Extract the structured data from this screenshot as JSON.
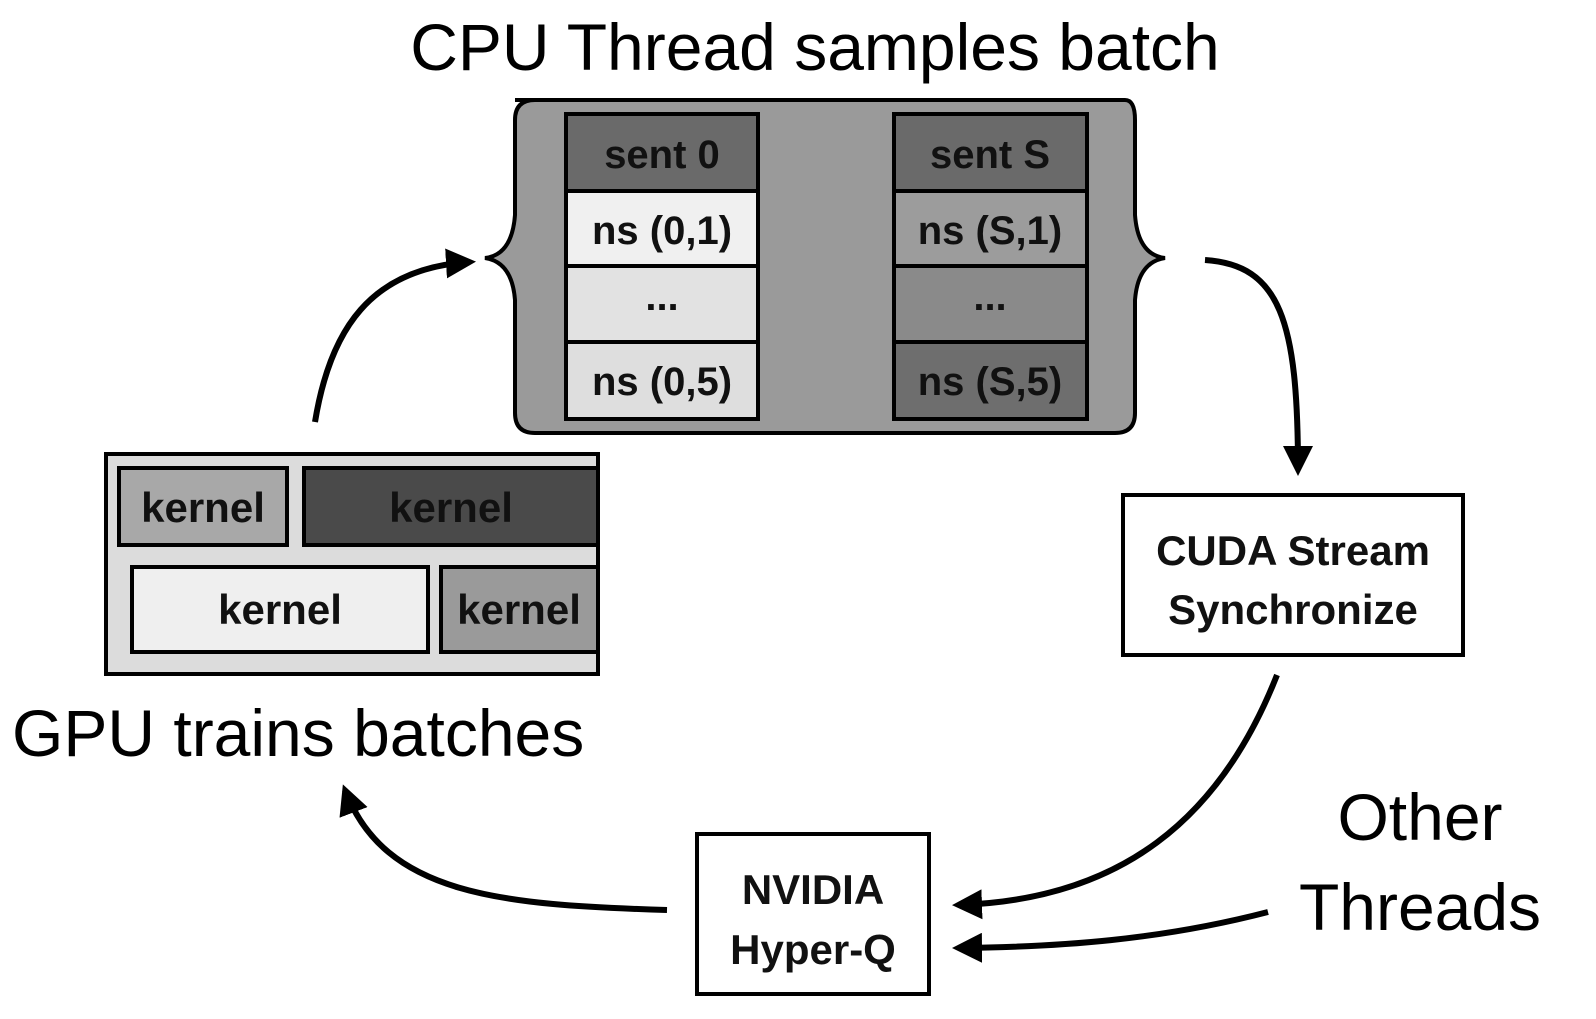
{
  "titles": {
    "cpu": "CPU Thread samples batch",
    "gpu": "GPU trains batches",
    "other_line1": "Other",
    "other_line2": "Threads"
  },
  "sentence_0": {
    "header": "sent 0",
    "rows": [
      "ns (0,1)",
      "...",
      "ns (0,5)"
    ]
  },
  "sentence_s": {
    "header": "sent S",
    "rows": [
      "ns (S,1)",
      "...",
      "ns (S,5)"
    ]
  },
  "kernels": [
    "kernel",
    "kernel",
    "kernel",
    "kernel"
  ],
  "cuda_box": {
    "line1": "CUDA Stream",
    "line2": "Synchronize"
  },
  "hyperq_box": {
    "line1": "NVIDIA",
    "line2": "Hyper-Q"
  },
  "colors": {
    "batch_bg": "#9a9a9a",
    "header_dark": "#6a6a6a",
    "cell_light": "#f0f0f0",
    "cell_mid": "#e2e2e2",
    "cell_gray": "#9c9c9c",
    "cell_gray2": "#8a8a8a",
    "cell_dark": "#6e6e6e",
    "gpu_bg": "#dcdcdc",
    "kernel_mid": "#a8a8a8",
    "kernel_dark": "#4a4a4a",
    "kernel_light": "#efefef",
    "kernel_gray": "#9a9a9a"
  }
}
